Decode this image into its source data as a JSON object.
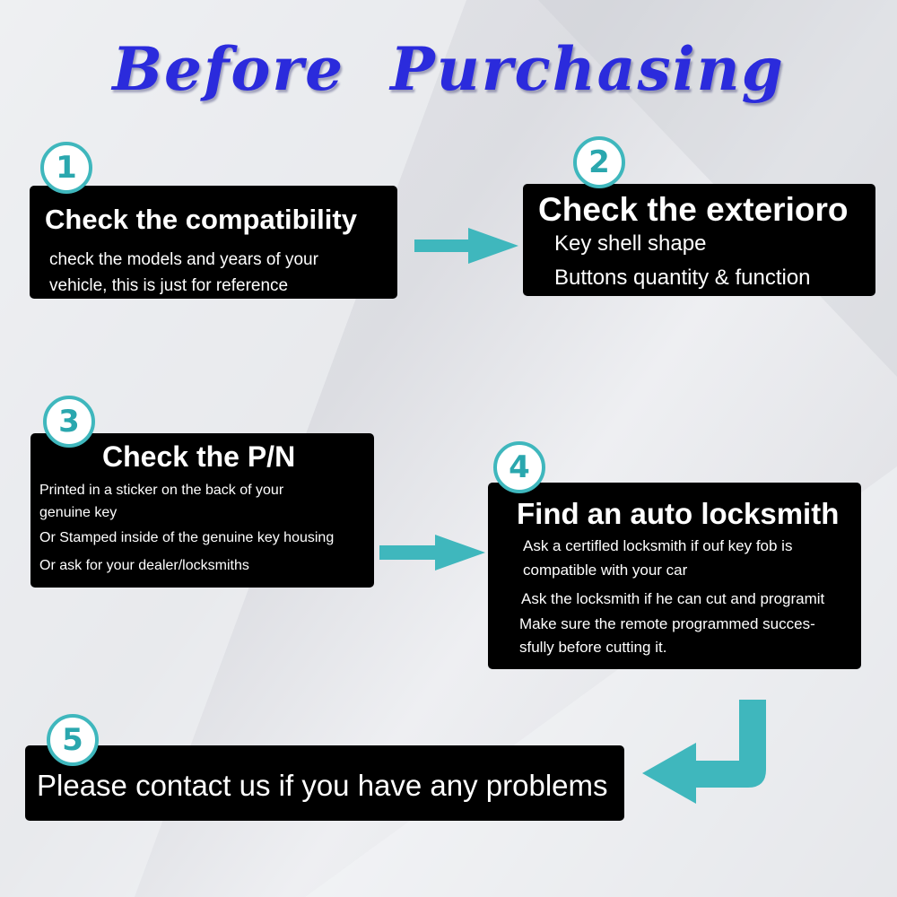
{
  "title": "Before Purchasing",
  "accent_color": "#3fb7bd",
  "title_color": "#2b2bdc",
  "steps": [
    {
      "number": "1",
      "heading": "Check the compatibility",
      "lines": [
        "check the models and years of your",
        "vehicle, this is just for reference"
      ]
    },
    {
      "number": "2",
      "heading": "Check the exterioro",
      "lines": [
        "Key shell shape",
        "Buttons quantity & function"
      ]
    },
    {
      "number": "3",
      "heading": "Check the P/N",
      "lines": [
        "Printed in a sticker on the back of your",
        "genuine key",
        "Or Stamped inside of the genuine key housing",
        "Or ask for your dealer/locksmiths"
      ]
    },
    {
      "number": "4",
      "heading": "Find an auto locksmith",
      "lines": [
        "Ask a certifled locksmith if ouf key fob is",
        "compatible with your car",
        "Ask the locksmith if he can cut and programit",
        "Make sure the remote programmed succes-",
        "sfully before cutting it."
      ]
    },
    {
      "number": "5",
      "heading": "Please contact us if you have any problems",
      "lines": []
    }
  ]
}
